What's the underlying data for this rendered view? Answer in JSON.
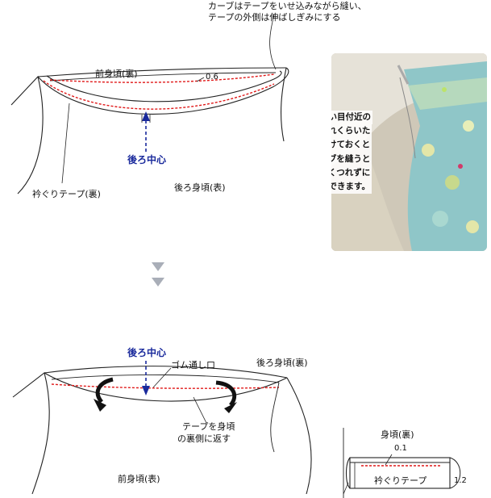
{
  "top_diagram": {
    "note_line1": "カーブはテープをいせ込みながら縫い、",
    "note_line2": "テープの外側は伸ばしぎみにする",
    "front_body_inside": "前身頃(裏)",
    "seam_allowance": "0.6",
    "back_center": "後ろ中心",
    "neckline_tape_inside": "衿ぐりテープ(裏)",
    "back_body_outside": "後ろ身頃(表)"
  },
  "photo_note": {
    "lines": [
      "特に肩の縫い目付近の",
      "テープはこれくらいた",
      "わませてつけておくと",
      "外側のカーブを縫うと",
      "き、無理なくつれずに",
      "縫うことができます。"
    ]
  },
  "bottom_diagram": {
    "back_center": "後ろ中心",
    "elastic_opening": "ゴム通し口",
    "back_body_inside": "後ろ身頃(裏)",
    "fold_note_line1": "テープを身頃",
    "fold_note_line2": "の裏側に返す",
    "front_body_outside": "前身頃(表)"
  },
  "cross_section": {
    "body_inside": "身頃(裏)",
    "seam": "0.1",
    "tape_label": "衿ぐりテープ",
    "width": "1.2"
  },
  "colors": {
    "stitch": "#e01818",
    "annotation": "#1a2a9c",
    "outline": "#222222",
    "arrow_gray": "#a9aeb8"
  }
}
